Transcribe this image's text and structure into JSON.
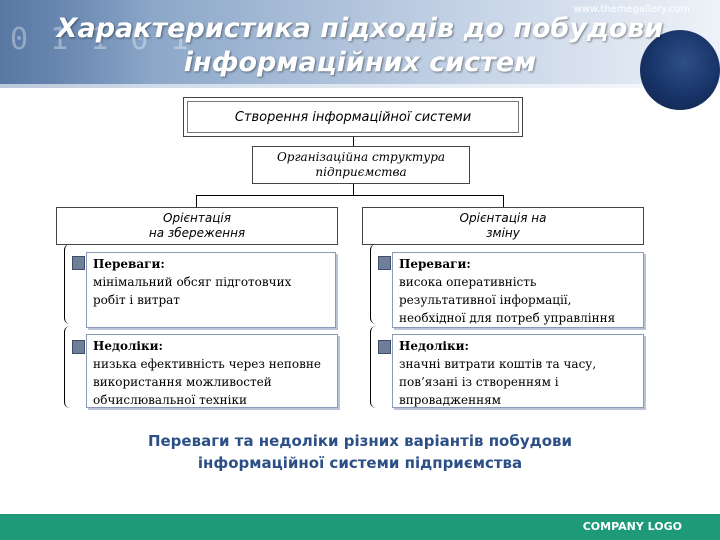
{
  "header": {
    "title_line1": "Характеристика підходів до побудови",
    "title_line2": "інформаційних систем",
    "website": "www.themegallery.com"
  },
  "diagram": {
    "main": "Створення інформаційної системи",
    "org_line1": "Організаційна структура",
    "org_line2": "підприємства",
    "left_line1": "Орієнтація",
    "left_line2": "на збереження",
    "right_line1": "Орієнтація на",
    "right_line2": "зміну",
    "left_adv": {
      "head": "Переваги:",
      "lines": [
        "мінімальний обсяг підготовчих",
        "робіт і витрат"
      ]
    },
    "left_dis": {
      "head": "Недоліки:",
      "lines": [
        "низька ефективність через неповне",
        "використання можливостей",
        "обчислювальної техніки"
      ]
    },
    "right_adv": {
      "head": "Переваги:",
      "lines": [
        "висока оперативність",
        "результативної інформації,",
        "необхідної для потреб управління"
      ]
    },
    "right_dis": {
      "head": "Недоліки:",
      "lines": [
        "значні витрати коштів та часу,",
        "пов’язані із створенням і",
        "впровадженням"
      ]
    }
  },
  "caption": {
    "line1": "Переваги та недоліки різних варіантів побудови",
    "line2": "інформаційної системи підприємства"
  },
  "footer": {
    "company_logo": "COMPANY LOGO"
  },
  "colors": {
    "caption": "#2c4f86",
    "footer": "#1f9a78"
  }
}
